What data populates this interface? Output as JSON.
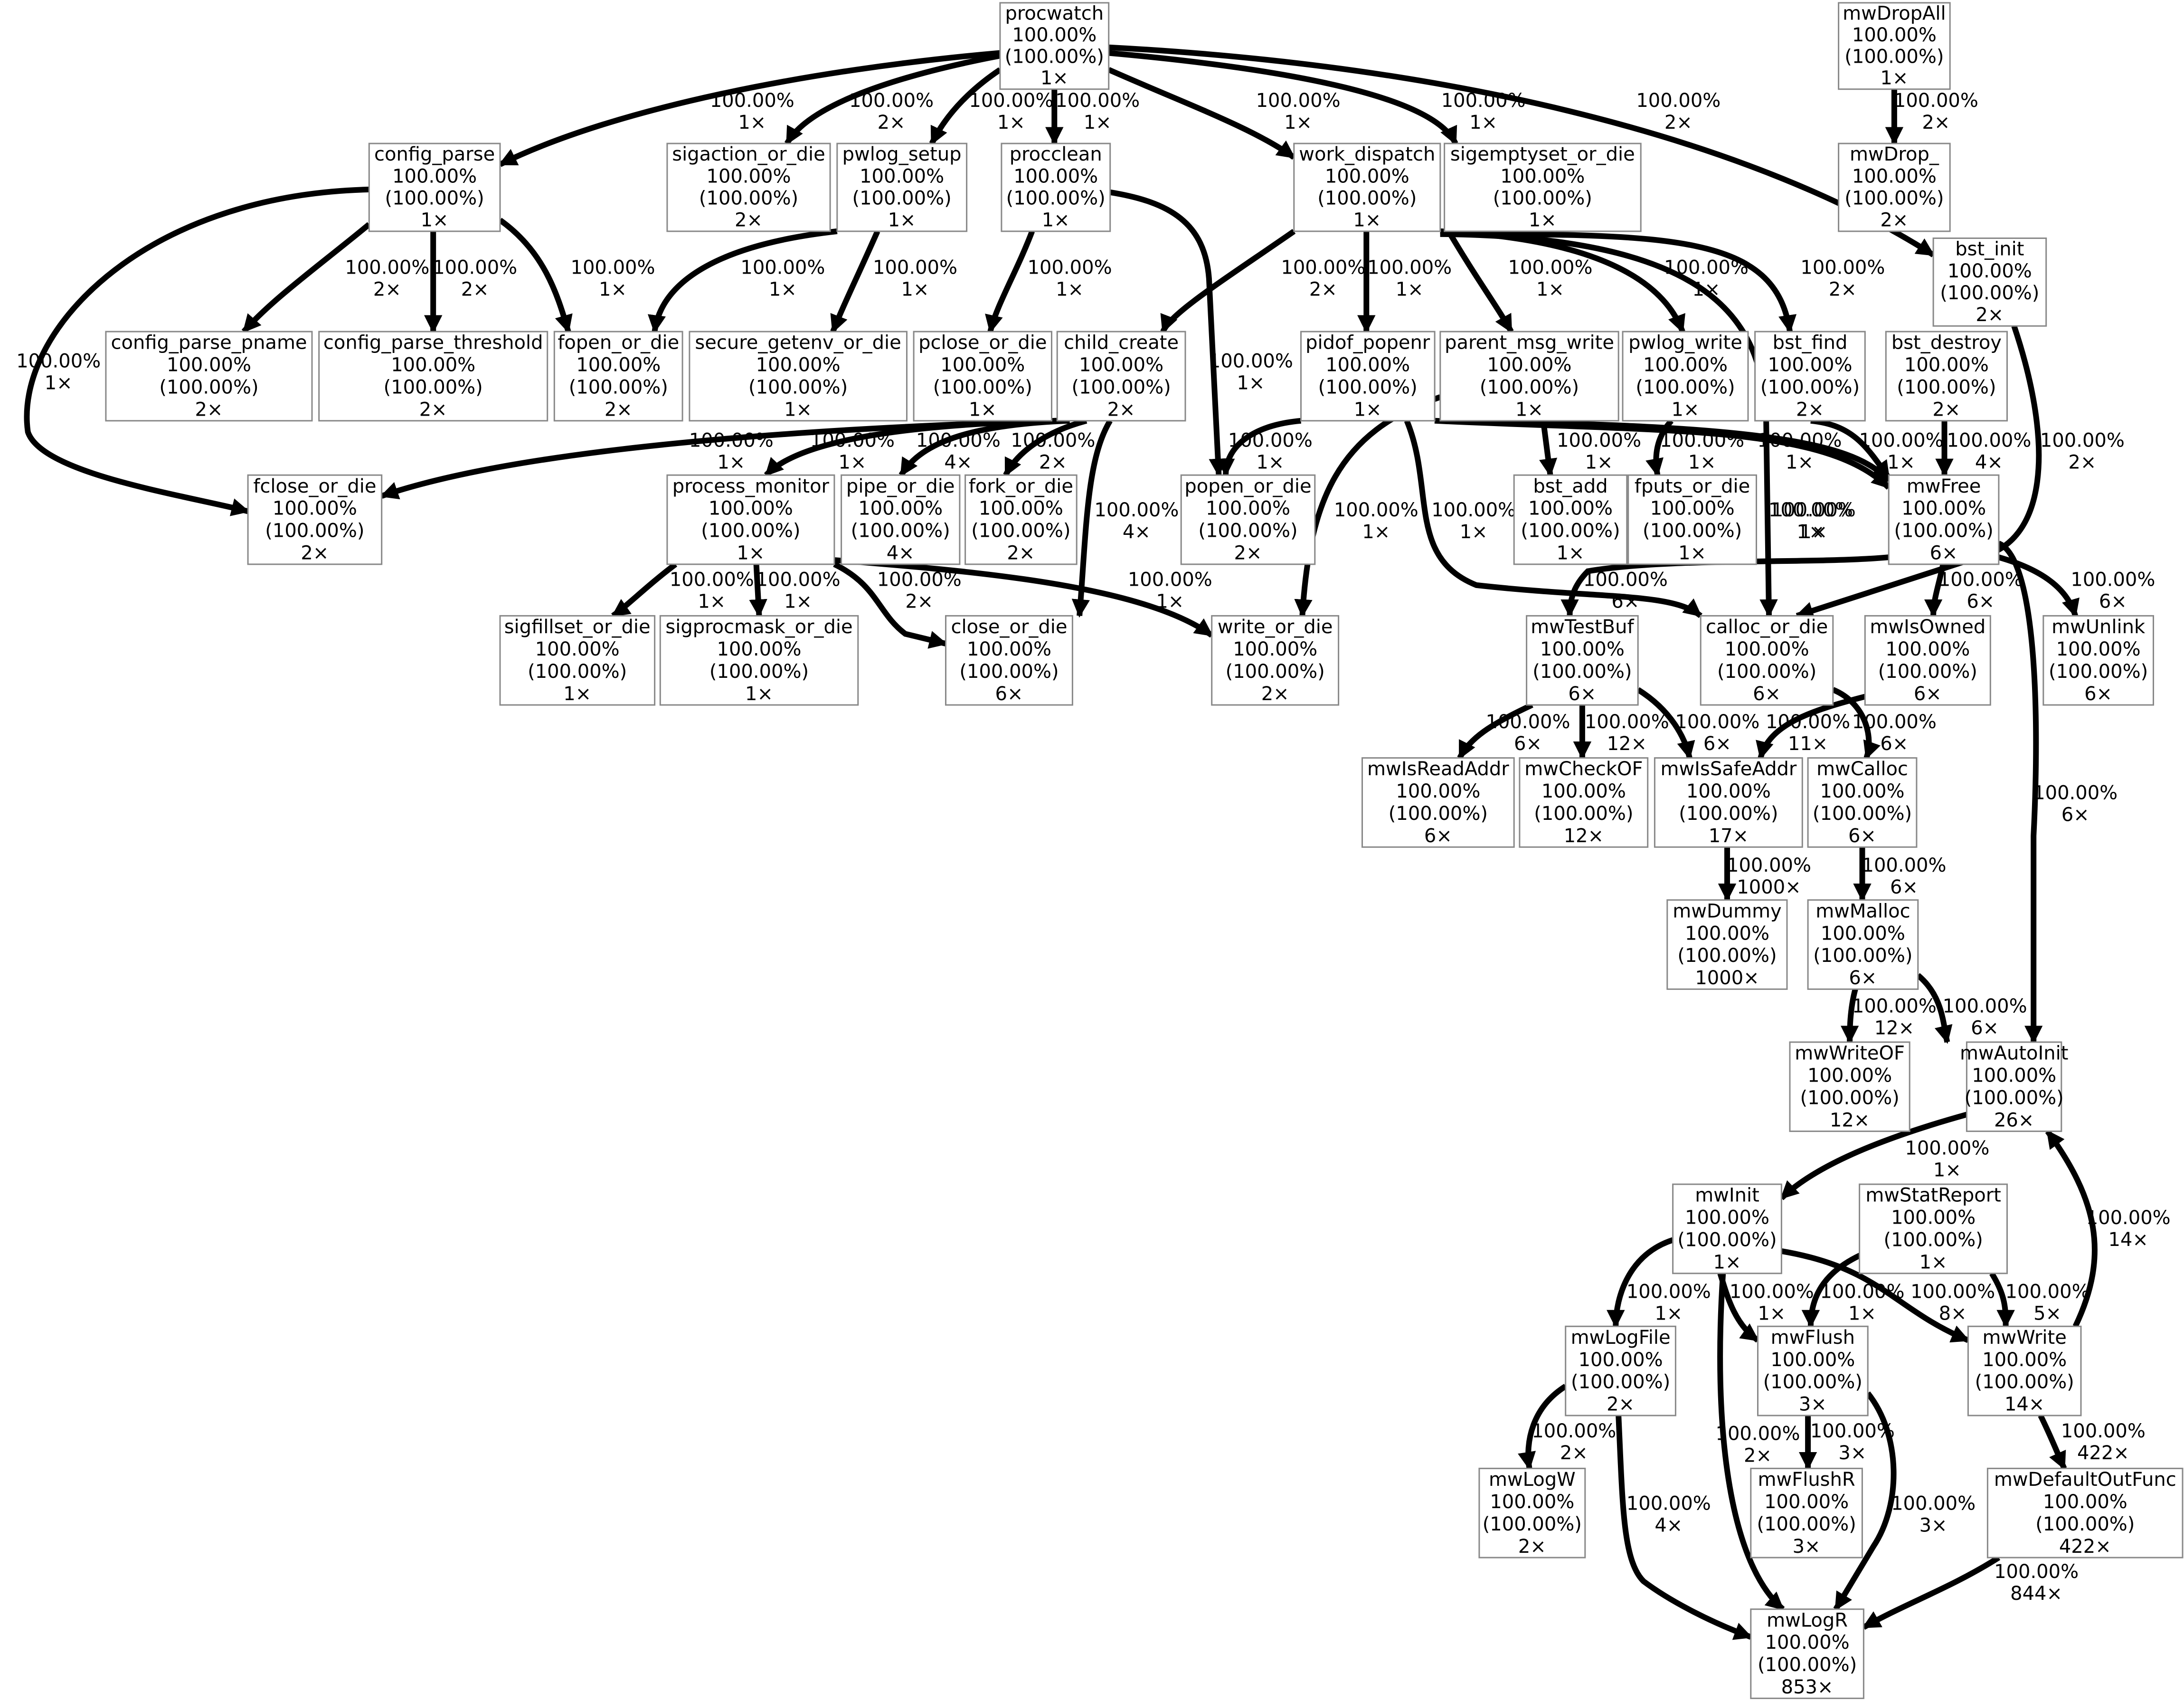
{
  "colors": {
    "background": "#ffffff",
    "node_border": "#888888",
    "edge": "#000000",
    "text": "#000000"
  },
  "nodes": [
    {
      "id": "procwatch",
      "name": "procwatch",
      "pct": "100.00%",
      "cum": "(100.00%)",
      "calls": "1×"
    },
    {
      "id": "mwDropAll",
      "name": "mwDropAll",
      "pct": "100.00%",
      "cum": "(100.00%)",
      "calls": "1×"
    },
    {
      "id": "config_parse",
      "name": "config_parse",
      "pct": "100.00%",
      "cum": "(100.00%)",
      "calls": "1×"
    },
    {
      "id": "sigaction_or_die",
      "name": "sigaction_or_die",
      "pct": "100.00%",
      "cum": "(100.00%)",
      "calls": "2×"
    },
    {
      "id": "pwlog_setup",
      "name": "pwlog_setup",
      "pct": "100.00%",
      "cum": "(100.00%)",
      "calls": "1×"
    },
    {
      "id": "procclean",
      "name": "procclean",
      "pct": "100.00%",
      "cum": "(100.00%)",
      "calls": "1×"
    },
    {
      "id": "work_dispatch",
      "name": "work_dispatch",
      "pct": "100.00%",
      "cum": "(100.00%)",
      "calls": "1×"
    },
    {
      "id": "sigemptyset_or_die",
      "name": "sigemptyset_or_die",
      "pct": "100.00%",
      "cum": "(100.00%)",
      "calls": "1×"
    },
    {
      "id": "mwDrop_",
      "name": "mwDrop_",
      "pct": "100.00%",
      "cum": "(100.00%)",
      "calls": "2×"
    },
    {
      "id": "bst_init",
      "name": "bst_init",
      "pct": "100.00%",
      "cum": "(100.00%)",
      "calls": "2×"
    },
    {
      "id": "config_parse_pname",
      "name": "config_parse_pname",
      "pct": "100.00%",
      "cum": "(100.00%)",
      "calls": "2×"
    },
    {
      "id": "config_parse_threshold",
      "name": "config_parse_threshold",
      "pct": "100.00%",
      "cum": "(100.00%)",
      "calls": "2×"
    },
    {
      "id": "fopen_or_die",
      "name": "fopen_or_die",
      "pct": "100.00%",
      "cum": "(100.00%)",
      "calls": "2×"
    },
    {
      "id": "secure_getenv_or_die",
      "name": "secure_getenv_or_die",
      "pct": "100.00%",
      "cum": "(100.00%)",
      "calls": "1×"
    },
    {
      "id": "pclose_or_die",
      "name": "pclose_or_die",
      "pct": "100.00%",
      "cum": "(100.00%)",
      "calls": "1×"
    },
    {
      "id": "child_create",
      "name": "child_create",
      "pct": "100.00%",
      "cum": "(100.00%)",
      "calls": "2×"
    },
    {
      "id": "pidof_popenr",
      "name": "pidof_popenr",
      "pct": "100.00%",
      "cum": "(100.00%)",
      "calls": "1×"
    },
    {
      "id": "parent_msg_write",
      "name": "parent_msg_write",
      "pct": "100.00%",
      "cum": "(100.00%)",
      "calls": "1×"
    },
    {
      "id": "pwlog_write",
      "name": "pwlog_write",
      "pct": "100.00%",
      "cum": "(100.00%)",
      "calls": "1×"
    },
    {
      "id": "bst_find",
      "name": "bst_find",
      "pct": "100.00%",
      "cum": "(100.00%)",
      "calls": "2×"
    },
    {
      "id": "bst_destroy",
      "name": "bst_destroy",
      "pct": "100.00%",
      "cum": "(100.00%)",
      "calls": "2×"
    },
    {
      "id": "fclose_or_die",
      "name": "fclose_or_die",
      "pct": "100.00%",
      "cum": "(100.00%)",
      "calls": "2×"
    },
    {
      "id": "process_monitor",
      "name": "process_monitor",
      "pct": "100.00%",
      "cum": "(100.00%)",
      "calls": "1×"
    },
    {
      "id": "pipe_or_die",
      "name": "pipe_or_die",
      "pct": "100.00%",
      "cum": "(100.00%)",
      "calls": "4×"
    },
    {
      "id": "fork_or_die",
      "name": "fork_or_die",
      "pct": "100.00%",
      "cum": "(100.00%)",
      "calls": "2×"
    },
    {
      "id": "popen_or_die",
      "name": "popen_or_die",
      "pct": "100.00%",
      "cum": "(100.00%)",
      "calls": "2×"
    },
    {
      "id": "bst_add",
      "name": "bst_add",
      "pct": "100.00%",
      "cum": "(100.00%)",
      "calls": "1×"
    },
    {
      "id": "fputs_or_die",
      "name": "fputs_or_die",
      "pct": "100.00%",
      "cum": "(100.00%)",
      "calls": "1×"
    },
    {
      "id": "mwFree",
      "name": "mwFree",
      "pct": "100.00%",
      "cum": "(100.00%)",
      "calls": "6×"
    },
    {
      "id": "sigfillset_or_die",
      "name": "sigfillset_or_die",
      "pct": "100.00%",
      "cum": "(100.00%)",
      "calls": "1×"
    },
    {
      "id": "sigprocmask_or_die",
      "name": "sigprocmask_or_die",
      "pct": "100.00%",
      "cum": "(100.00%)",
      "calls": "1×"
    },
    {
      "id": "close_or_die",
      "name": "close_or_die",
      "pct": "100.00%",
      "cum": "(100.00%)",
      "calls": "6×"
    },
    {
      "id": "write_or_die",
      "name": "write_or_die",
      "pct": "100.00%",
      "cum": "(100.00%)",
      "calls": "2×"
    },
    {
      "id": "mwTestBuf",
      "name": "mwTestBuf",
      "pct": "100.00%",
      "cum": "(100.00%)",
      "calls": "6×"
    },
    {
      "id": "calloc_or_die",
      "name": "calloc_or_die",
      "pct": "100.00%",
      "cum": "(100.00%)",
      "calls": "6×"
    },
    {
      "id": "mwIsOwned",
      "name": "mwIsOwned",
      "pct": "100.00%",
      "cum": "(100.00%)",
      "calls": "6×"
    },
    {
      "id": "mwUnlink",
      "name": "mwUnlink",
      "pct": "100.00%",
      "cum": "(100.00%)",
      "calls": "6×"
    },
    {
      "id": "mwIsReadAddr",
      "name": "mwIsReadAddr",
      "pct": "100.00%",
      "cum": "(100.00%)",
      "calls": "6×"
    },
    {
      "id": "mwCheckOF",
      "name": "mwCheckOF",
      "pct": "100.00%",
      "cum": "(100.00%)",
      "calls": "12×"
    },
    {
      "id": "mwIsSafeAddr",
      "name": "mwIsSafeAddr",
      "pct": "100.00%",
      "cum": "(100.00%)",
      "calls": "17×"
    },
    {
      "id": "mwCalloc",
      "name": "mwCalloc",
      "pct": "100.00%",
      "cum": "(100.00%)",
      "calls": "6×"
    },
    {
      "id": "mwDummy",
      "name": "mwDummy",
      "pct": "100.00%",
      "cum": "(100.00%)",
      "calls": "1000×"
    },
    {
      "id": "mwMalloc",
      "name": "mwMalloc",
      "pct": "100.00%",
      "cum": "(100.00%)",
      "calls": "6×"
    },
    {
      "id": "mwWriteOF",
      "name": "mwWriteOF",
      "pct": "100.00%",
      "cum": "(100.00%)",
      "calls": "12×"
    },
    {
      "id": "mwAutoInit",
      "name": "mwAutoInit",
      "pct": "100.00%",
      "cum": "(100.00%)",
      "calls": "26×"
    },
    {
      "id": "mwInit",
      "name": "mwInit",
      "pct": "100.00%",
      "cum": "(100.00%)",
      "calls": "1×"
    },
    {
      "id": "mwStatReport",
      "name": "mwStatReport",
      "pct": "100.00%",
      "cum": "(100.00%)",
      "calls": "1×"
    },
    {
      "id": "mwLogFile",
      "name": "mwLogFile",
      "pct": "100.00%",
      "cum": "(100.00%)",
      "calls": "2×"
    },
    {
      "id": "mwFlush",
      "name": "mwFlush",
      "pct": "100.00%",
      "cum": "(100.00%)",
      "calls": "3×"
    },
    {
      "id": "mwWrite",
      "name": "mwWrite",
      "pct": "100.00%",
      "cum": "(100.00%)",
      "calls": "14×"
    },
    {
      "id": "mwLogW",
      "name": "mwLogW",
      "pct": "100.00%",
      "cum": "(100.00%)",
      "calls": "2×"
    },
    {
      "id": "mwFlushR",
      "name": "mwFlushR",
      "pct": "100.00%",
      "cum": "(100.00%)",
      "calls": "3×"
    },
    {
      "id": "mwDefaultOutFunc",
      "name": "mwDefaultOutFunc",
      "pct": "100.00%",
      "cum": "(100.00%)",
      "calls": "422×"
    },
    {
      "id": "mwLogR",
      "name": "mwLogR",
      "pct": "100.00%",
      "cum": "(100.00%)",
      "calls": "853×"
    }
  ],
  "edges": [
    {
      "from": "procwatch",
      "to": "config_parse",
      "pct": "100.00%",
      "calls": "1×"
    },
    {
      "from": "procwatch",
      "to": "sigaction_or_die",
      "pct": "100.00%",
      "calls": "2×"
    },
    {
      "from": "procwatch",
      "to": "pwlog_setup",
      "pct": "100.00%",
      "calls": "1×"
    },
    {
      "from": "procwatch",
      "to": "procclean",
      "pct": "100.00%",
      "calls": "1×"
    },
    {
      "from": "procwatch",
      "to": "work_dispatch",
      "pct": "100.00%",
      "calls": "1×"
    },
    {
      "from": "procwatch",
      "to": "sigemptyset_or_die",
      "pct": "100.00%",
      "calls": "1×"
    },
    {
      "from": "procwatch",
      "to": "bst_init",
      "pct": "100.00%",
      "calls": "2×"
    },
    {
      "from": "mwDropAll",
      "to": "mwDrop_",
      "pct": "100.00%",
      "calls": "2×"
    },
    {
      "from": "config_parse",
      "to": "config_parse_pname",
      "pct": "100.00%",
      "calls": "2×"
    },
    {
      "from": "config_parse",
      "to": "config_parse_threshold",
      "pct": "100.00%",
      "calls": "2×"
    },
    {
      "from": "config_parse",
      "to": "fopen_or_die",
      "pct": "100.00%",
      "calls": "1×"
    },
    {
      "from": "config_parse",
      "to": "fclose_or_die",
      "pct": "100.00%",
      "calls": "1×"
    },
    {
      "from": "pwlog_setup",
      "to": "fopen_or_die",
      "pct": "100.00%",
      "calls": "1×"
    },
    {
      "from": "pwlog_setup",
      "to": "secure_getenv_or_die",
      "pct": "100.00%",
      "calls": "1×"
    },
    {
      "from": "procclean",
      "to": "pclose_or_die",
      "pct": "100.00%",
      "calls": "1×"
    },
    {
      "from": "procclean",
      "to": "popen_or_die",
      "pct": "100.00%",
      "calls": "1×"
    },
    {
      "from": "work_dispatch",
      "to": "child_create",
      "pct": "100.00%",
      "calls": "2×"
    },
    {
      "from": "work_dispatch",
      "to": "pidof_popenr",
      "pct": "100.00%",
      "calls": "1×"
    },
    {
      "from": "work_dispatch",
      "to": "parent_msg_write",
      "pct": "100.00%",
      "calls": "1×"
    },
    {
      "from": "work_dispatch",
      "to": "pwlog_write",
      "pct": "100.00%",
      "calls": "1×"
    },
    {
      "from": "work_dispatch",
      "to": "bst_find",
      "pct": "100.00%",
      "calls": "2×"
    },
    {
      "from": "work_dispatch",
      "to": "calloc_or_die",
      "pct": "100.00%",
      "calls": "1×"
    },
    {
      "from": "bst_init",
      "to": "calloc_or_die",
      "pct": "100.00%",
      "calls": "2×"
    },
    {
      "from": "child_create",
      "to": "fclose_or_die",
      "pct": "100.00%",
      "calls": "1×"
    },
    {
      "from": "child_create",
      "to": "process_monitor",
      "pct": "100.00%",
      "calls": "1×"
    },
    {
      "from": "child_create",
      "to": "pipe_or_die",
      "pct": "100.00%",
      "calls": "4×"
    },
    {
      "from": "child_create",
      "to": "fork_or_die",
      "pct": "100.00%",
      "calls": "2×"
    },
    {
      "from": "child_create",
      "to": "close_or_die",
      "pct": "100.00%",
      "calls": "4×"
    },
    {
      "from": "pidof_popenr",
      "to": "popen_or_die",
      "pct": "100.00%",
      "calls": "1×"
    },
    {
      "from": "pidof_popenr",
      "to": "calloc_or_die",
      "pct": "100.00%",
      "calls": "1×"
    },
    {
      "from": "pidof_popenr",
      "to": "mwFree",
      "pct": "100.00%",
      "calls": "1×"
    },
    {
      "from": "parent_msg_write",
      "to": "write_or_die",
      "pct": "100.00%",
      "calls": "1×"
    },
    {
      "from": "parent_msg_write",
      "to": "bst_add",
      "pct": "100.00%",
      "calls": "1×"
    },
    {
      "from": "parent_msg_write",
      "to": "mwFree",
      "pct": "100.00%",
      "calls": "1×"
    },
    {
      "from": "pwlog_write",
      "to": "fputs_or_die",
      "pct": "100.00%",
      "calls": "1×"
    },
    {
      "from": "bst_find",
      "to": "mwFree",
      "pct": "100.00%",
      "calls": "1×"
    },
    {
      "from": "bst_destroy",
      "to": "mwFree",
      "pct": "100.00%",
      "calls": "4×"
    },
    {
      "from": "process_monitor",
      "to": "sigfillset_or_die",
      "pct": "100.00%",
      "calls": "1×"
    },
    {
      "from": "process_monitor",
      "to": "sigprocmask_or_die",
      "pct": "100.00%",
      "calls": "1×"
    },
    {
      "from": "process_monitor",
      "to": "close_or_die",
      "pct": "100.00%",
      "calls": "2×"
    },
    {
      "from": "process_monitor",
      "to": "write_or_die",
      "pct": "100.00%",
      "calls": "1×"
    },
    {
      "from": "mwFree",
      "to": "mwTestBuf",
      "pct": "100.00%",
      "calls": "6×"
    },
    {
      "from": "mwFree",
      "to": "mwIsOwned",
      "pct": "100.00%",
      "calls": "6×"
    },
    {
      "from": "mwFree",
      "to": "mwUnlink",
      "pct": "100.00%",
      "calls": "6×"
    },
    {
      "from": "mwFree",
      "to": "mwAutoInit",
      "pct": "100.00%",
      "calls": "6×"
    },
    {
      "from": "mwTestBuf",
      "to": "mwIsReadAddr",
      "pct": "100.00%",
      "calls": "6×"
    },
    {
      "from": "mwTestBuf",
      "to": "mwCheckOF",
      "pct": "100.00%",
      "calls": "12×"
    },
    {
      "from": "mwTestBuf",
      "to": "mwIsSafeAddr",
      "pct": "100.00%",
      "calls": "6×"
    },
    {
      "from": "mwIsOwned",
      "to": "mwIsSafeAddr",
      "pct": "100.00%",
      "calls": "11×"
    },
    {
      "from": "calloc_or_die",
      "to": "mwCalloc",
      "pct": "100.00%",
      "calls": "6×"
    },
    {
      "from": "mwIsSafeAddr",
      "to": "mwDummy",
      "pct": "100.00%",
      "calls": "1000×"
    },
    {
      "from": "mwCalloc",
      "to": "mwMalloc",
      "pct": "100.00%",
      "calls": "6×"
    },
    {
      "from": "mwMalloc",
      "to": "mwWriteOF",
      "pct": "100.00%",
      "calls": "12×"
    },
    {
      "from": "mwMalloc",
      "to": "mwAutoInit",
      "pct": "100.00%",
      "calls": "6×"
    },
    {
      "from": "mwAutoInit",
      "to": "mwInit",
      "pct": "100.00%",
      "calls": "1×"
    },
    {
      "from": "mwInit",
      "to": "mwLogFile",
      "pct": "100.00%",
      "calls": "1×"
    },
    {
      "from": "mwInit",
      "to": "mwFlush",
      "pct": "100.00%",
      "calls": "1×"
    },
    {
      "from": "mwInit",
      "to": "mwWrite",
      "pct": "100.00%",
      "calls": "8×"
    },
    {
      "from": "mwInit",
      "to": "mwLogR",
      "pct": "100.00%",
      "calls": "2×"
    },
    {
      "from": "mwStatReport",
      "to": "mwFlush",
      "pct": "100.00%",
      "calls": "1×"
    },
    {
      "from": "mwStatReport",
      "to": "mwWrite",
      "pct": "100.00%",
      "calls": "5×"
    },
    {
      "from": "mwWrite",
      "to": "mwAutoInit",
      "pct": "100.00%",
      "calls": "14×"
    },
    {
      "from": "mwWrite",
      "to": "mwDefaultOutFunc",
      "pct": "100.00%",
      "calls": "422×"
    },
    {
      "from": "mwLogFile",
      "to": "mwLogW",
      "pct": "100.00%",
      "calls": "2×"
    },
    {
      "from": "mwLogFile",
      "to": "mwLogR",
      "pct": "100.00%",
      "calls": "4×"
    },
    {
      "from": "mwFlush",
      "to": "mwFlushR",
      "pct": "100.00%",
      "calls": "3×"
    },
    {
      "from": "mwFlush",
      "to": "mwLogR",
      "pct": "100.00%",
      "calls": "3×"
    },
    {
      "from": "mwDefaultOutFunc",
      "to": "mwLogR",
      "pct": "100.00%",
      "calls": "844×"
    }
  ]
}
